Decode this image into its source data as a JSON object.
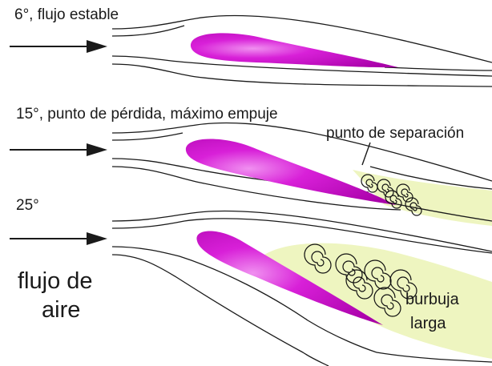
{
  "panels": [
    {
      "id": "6deg",
      "label": "6°, flujo estable"
    },
    {
      "id": "15deg",
      "label": "15°, punto de pérdida, máximo empuje",
      "annotation": "punto de separación"
    },
    {
      "id": "25deg",
      "label": "25°",
      "annotation_line1": "burbuja",
      "annotation_line2": "larga"
    }
  ],
  "flow_label": {
    "line1": "flujo de",
    "line2": "aire"
  },
  "colors": {
    "airfoil": "#cc00cc",
    "airfoil_highlight": "#f090f0",
    "wake": "#eef5c0",
    "lines": "#1a1a1a"
  },
  "icons": [
    "arrow-right-icon",
    "vortex-icon"
  ]
}
